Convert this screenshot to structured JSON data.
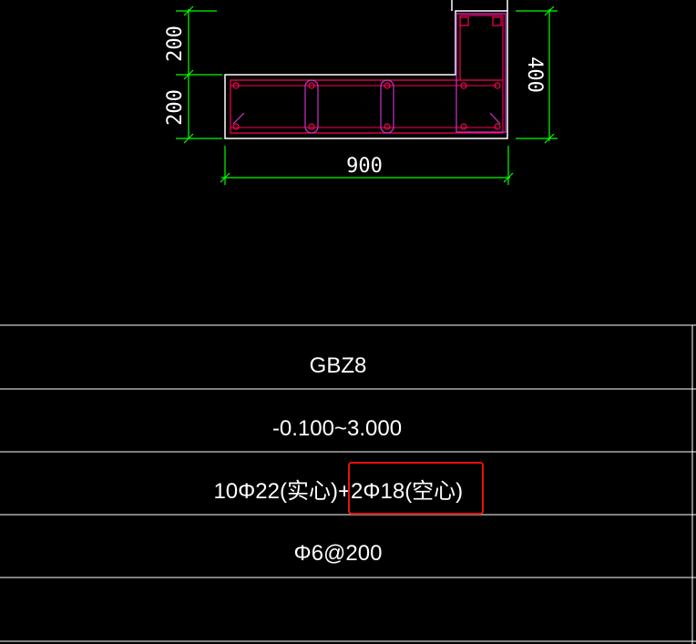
{
  "drawing": {
    "dimensions": {
      "left_upper": "200",
      "left_lower": "200",
      "right_total": "400",
      "bottom_width": "900"
    }
  },
  "table": {
    "rows": [
      {
        "key": "label",
        "text": "GBZ8"
      },
      {
        "key": "elevation",
        "text": "-0.100~3.000"
      },
      {
        "key": "longitudinal_rebar_main",
        "text": "10Φ22(实心)+"
      },
      {
        "key": "longitudinal_rebar_highlight",
        "text": "2Φ18(空心)"
      },
      {
        "key": "stirrup",
        "text": "Φ6@200"
      }
    ]
  },
  "colors": {
    "background": "#000000",
    "outline": "#ffffff",
    "dimension": "#00ff00",
    "rebar": "#ff0055",
    "stirrup": "#cc33cc",
    "highlight": "#e81010"
  }
}
